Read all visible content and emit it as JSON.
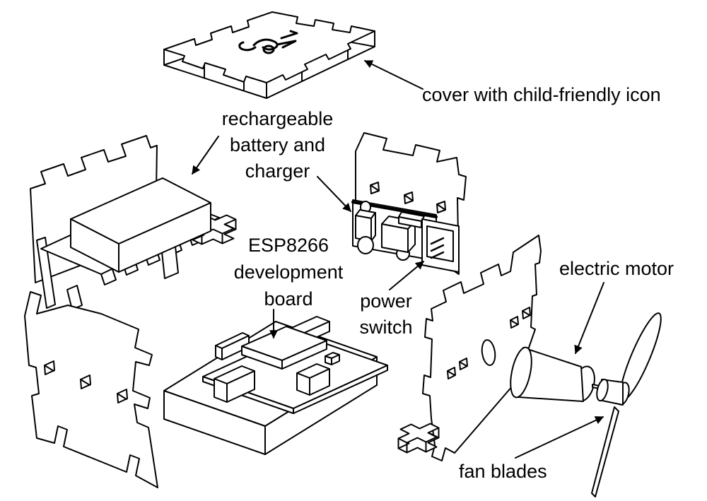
{
  "diagram": {
    "type": "exploded-view-line-drawing",
    "background_color": "#ffffff",
    "line_color": "#000000",
    "labels": {
      "cover": {
        "text": "cover with child-friendly icon"
      },
      "battery": {
        "lines": [
          "rechargeable",
          "battery and",
          "charger"
        ]
      },
      "esp": {
        "lines": [
          "ESP8266",
          "development",
          "board"
        ]
      },
      "power": {
        "lines": [
          "power",
          "switch"
        ]
      },
      "motor": {
        "text": "electric motor"
      },
      "fan": {
        "text": "fan blades"
      }
    },
    "callouts": [
      {
        "label": "cover with child-friendly icon",
        "arrows": 1
      },
      {
        "label": "rechargeable battery and charger",
        "arrows": 2
      },
      {
        "label": "ESP8266 development board",
        "arrows": 1
      },
      {
        "label": "power switch",
        "arrows": 1
      },
      {
        "label": "electric motor",
        "arrows": 1
      },
      {
        "label": "fan blades",
        "arrows": 1
      }
    ],
    "icons": {
      "cover_icon": "child-drawing-doodle-icon"
    }
  }
}
